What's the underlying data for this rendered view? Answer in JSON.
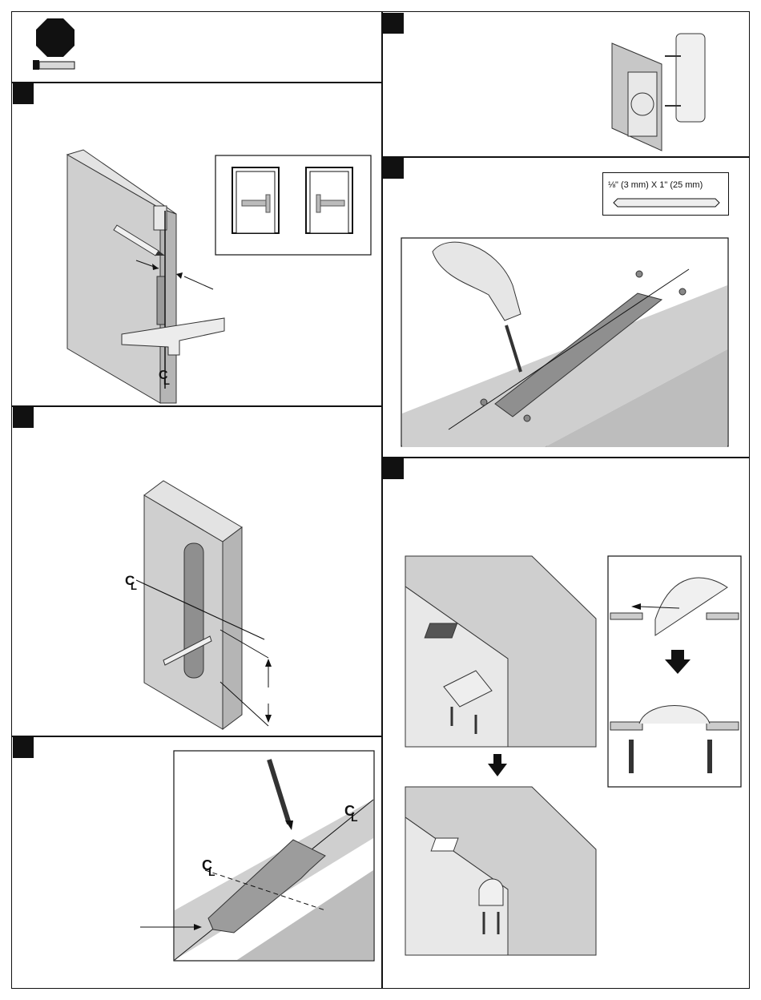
{
  "drill_bit": {
    "fraction": "⅛",
    "text": "\" (3 mm) X 1\" (25 mm)"
  },
  "centerline": {
    "symbol_c": "C",
    "symbol_l": "L"
  },
  "colors": {
    "door_face": "#cfcfcf",
    "door_edge": "#bdbdbd",
    "dark_cut": "#8a8a8a",
    "line": "#111111"
  },
  "icons": [
    "stop-sign-icon",
    "bolt-icon",
    "arrow-down-icon"
  ]
}
